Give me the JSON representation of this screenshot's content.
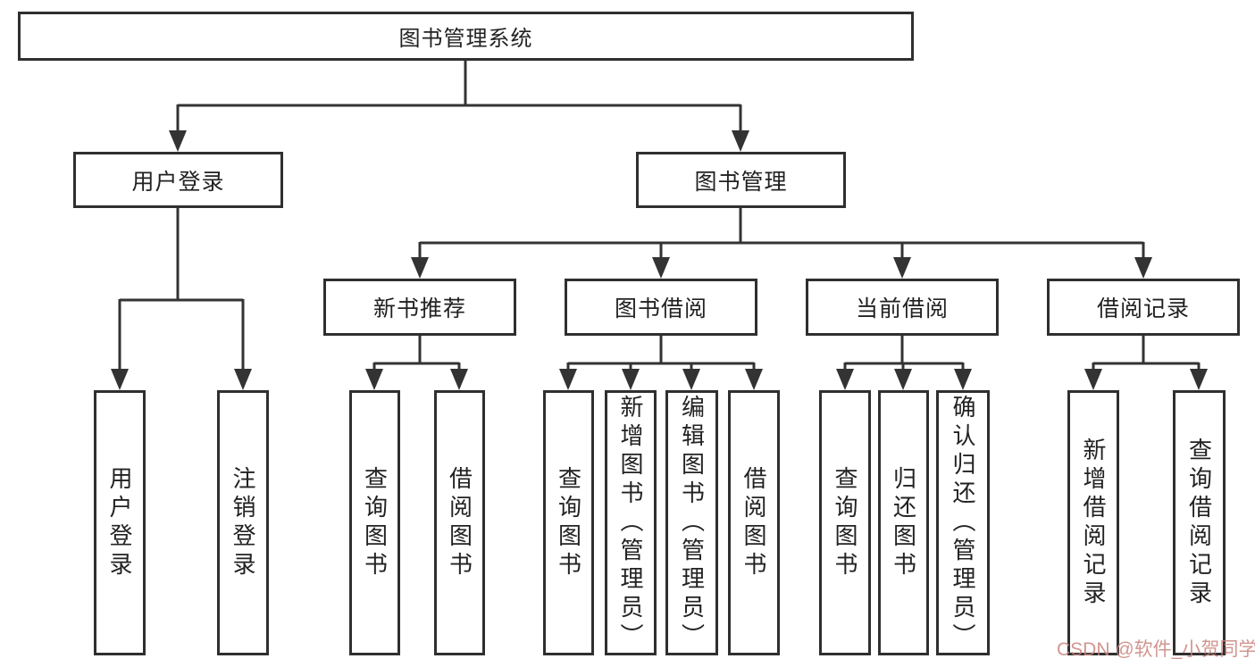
{
  "diagram": {
    "type": "hierarchy-chart",
    "nodes": {
      "root": {
        "label": "图书管理系统"
      },
      "user_login": {
        "label": "用户登录"
      },
      "book_mgmt": {
        "label": "图书管理"
      },
      "new_book": {
        "label": "新书推荐"
      },
      "book_borrow": {
        "label": "图书借阅"
      },
      "current_borrow": {
        "label": "当前借阅"
      },
      "borrow_records": {
        "label": "借阅记录"
      },
      "leaf_user_login": {
        "label": "用户登录"
      },
      "leaf_logout": {
        "label": "注销登录"
      },
      "leaf_newbook_query": {
        "label": "查询图书"
      },
      "leaf_newbook_borrow": {
        "label": "借阅图书"
      },
      "leaf_borrow_query": {
        "label": "查询图书"
      },
      "leaf_borrow_add": {
        "label": "新增图书（管理员）"
      },
      "leaf_borrow_edit": {
        "label": "编辑图书（管理员）"
      },
      "leaf_borrow_borrow": {
        "label": "借阅图书"
      },
      "leaf_current_query": {
        "label": "查询图书"
      },
      "leaf_current_return": {
        "label": "归还图书"
      },
      "leaf_current_confirm": {
        "label": "确认归还（管理员）"
      },
      "leaf_records_add": {
        "label": "新增借阅记录"
      },
      "leaf_records_query": {
        "label": "查询借阅记录"
      }
    },
    "edges": [
      {
        "from": "图书管理系统",
        "to": [
          "用户登录",
          "图书管理"
        ]
      },
      {
        "from": "用户登录",
        "to": [
          "用户登录",
          "注销登录"
        ]
      },
      {
        "from": "图书管理",
        "to": [
          "新书推荐",
          "图书借阅",
          "当前借阅",
          "借阅记录"
        ]
      },
      {
        "from": "新书推荐",
        "to": [
          "查询图书",
          "借阅图书"
        ]
      },
      {
        "from": "图书借阅",
        "to": [
          "查询图书",
          "新增图书（管理员）",
          "编辑图书（管理员）",
          "借阅图书"
        ]
      },
      {
        "from": "当前借阅",
        "to": [
          "查询图书",
          "归还图书",
          "确认归还（管理员）"
        ]
      },
      {
        "from": "借阅记录",
        "to": [
          "新增借阅记录",
          "查询借阅记录"
        ]
      }
    ]
  },
  "watermark": {
    "text": "CSDN @软件_小贺同学"
  },
  "colors": {
    "line": "#333333",
    "box_border": "#2f2f2f",
    "box_background": "#ffffff",
    "text": "#222222",
    "watermark": "#c9837b"
  }
}
